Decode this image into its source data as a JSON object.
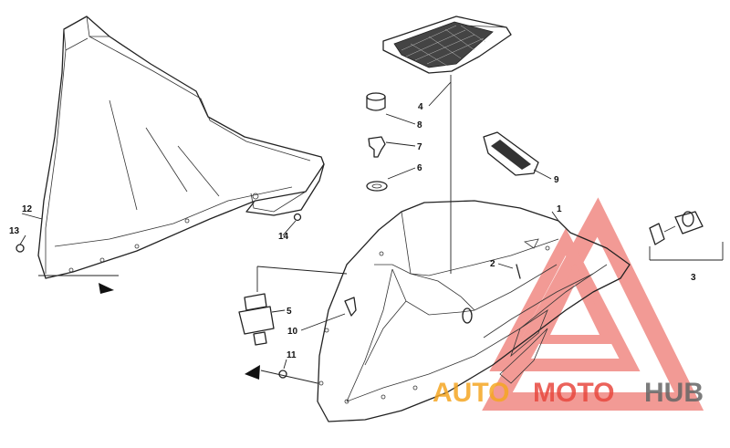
{
  "callouts": [
    {
      "id": "c1",
      "text": "1"
    },
    {
      "id": "c2",
      "text": "2"
    },
    {
      "id": "c3",
      "text": "3"
    },
    {
      "id": "c4",
      "text": "4"
    },
    {
      "id": "c5",
      "text": "5"
    },
    {
      "id": "c6",
      "text": "6"
    },
    {
      "id": "c7",
      "text": "7"
    },
    {
      "id": "c8",
      "text": "8"
    },
    {
      "id": "c9",
      "text": "9"
    },
    {
      "id": "c10",
      "text": "10"
    },
    {
      "id": "c11",
      "text": "11"
    },
    {
      "id": "c12",
      "text": "12"
    },
    {
      "id": "c13",
      "text": "13"
    },
    {
      "id": "c14",
      "text": "14"
    }
  ],
  "watermark": {
    "part1": "AUTO",
    "part2": "MOTO",
    "part3": "HUB",
    "color_orange": "#f5a623",
    "color_red": "#e8483f",
    "color_gray": "#666666"
  }
}
